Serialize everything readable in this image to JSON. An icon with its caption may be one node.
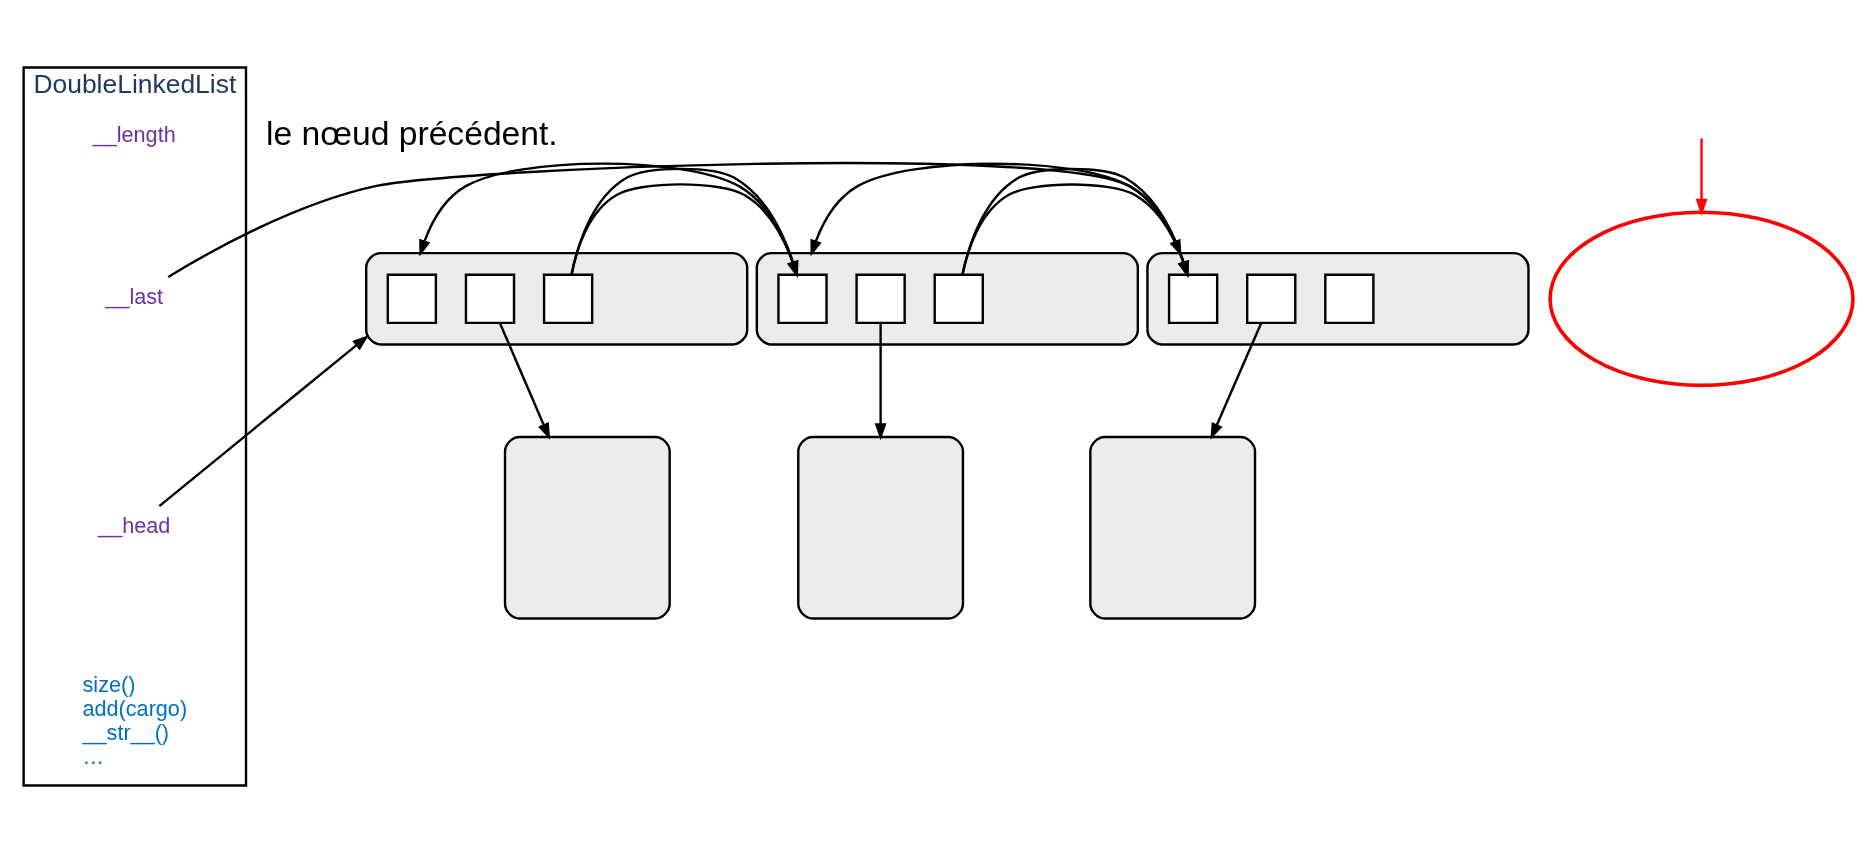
{
  "diagram": {
    "nodes": [
      {
        "text": [
          "DoubleLinkedList"
        ]
      },
      {
        "text": [
          "__length"
        ],
        "in": 0
      },
      {
        "text": [
          "__last"
        ],
        "in": 0
      },
      {
        "text": [
          "__head"
        ],
        "in": 0
      },
      {
        "text": [
          "size()",
          "add(cargo)",
          "__str__()",
          "…"
        ],
        "in": 0
      },
      {
        "text": [],
        "shape": "ellipse"
      },
      {
        "text": [],
        "shape": "box"
      },
      {
        "text": [],
        "shape": "box",
        "in": 6
      },
      {
        "text": [],
        "shape": "box",
        "in": 6
      },
      {
        "text": [],
        "shape": "box",
        "in": 6
      },
      {
        "text": [],
        "shape": "box"
      },
      {
        "text": [],
        "shape": "box",
        "in": 10
      },
      {
        "text": [],
        "shape": "box",
        "in": 10
      },
      {
        "text": [],
        "shape": "box",
        "in": 10
      },
      {
        "text": [],
        "shape": "box"
      },
      {
        "text": [],
        "shape": "box",
        "in": 14
      },
      {
        "text": [],
        "shape": "box",
        "in": 14
      },
      {
        "text": [],
        "shape": "box",
        "in": 14
      },
      {
        "text": [],
        "shape": "box"
      },
      {
        "text": [],
        "shape": "box"
      },
      {
        "text": [],
        "shape": "box"
      }
    ],
    "edges": [
      {
        "from": null,
        "to": 5,
        "arrow": "to",
        "color": "#ff0000"
      },
      {
        "from": 2,
        "to": 14,
        "arrow": "to"
      },
      {
        "from": 3,
        "to": 6,
        "arrow": "to"
      },
      {
        "from": 9,
        "to": 10,
        "arrow": "to"
      },
      {
        "from": 11,
        "to": 6,
        "arrow": "to"
      },
      {
        "from": 13,
        "to": 14,
        "arrow": "to"
      },
      {
        "from": 15,
        "to": 10,
        "arrow": "to"
      },
      {
        "from": 8,
        "to": 18,
        "arrow": "to"
      },
      {
        "from": 12,
        "to": 19,
        "arrow": "to"
      },
      {
        "from": 16,
        "to": 20,
        "arrow": "to"
      }
    ],
    "labels": [
      "le nœud précédent."
    ]
  }
}
